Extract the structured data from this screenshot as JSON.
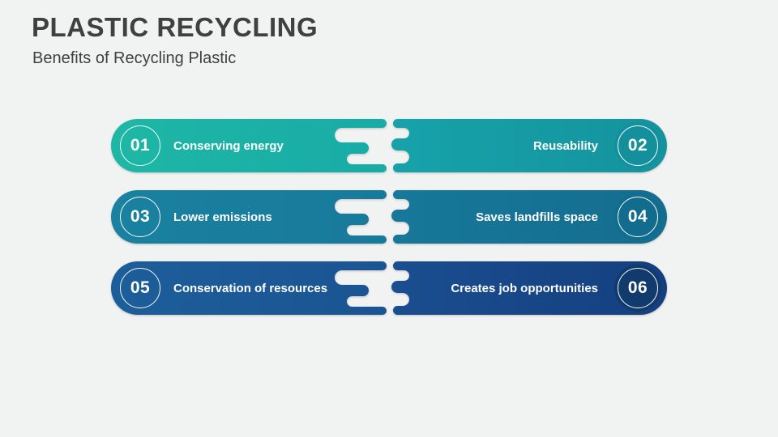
{
  "slide": {
    "title": "PLASTIC RECYCLING",
    "subtitle": "Benefits of Recycling Plastic"
  },
  "benefits": [
    {
      "number": "01",
      "label": "Conserving energy"
    },
    {
      "number": "02",
      "label": "Reusability"
    },
    {
      "number": "03",
      "label": "Lower emissions"
    },
    {
      "number": "04",
      "label": "Saves landfills space"
    },
    {
      "number": "05",
      "label": "Conservation of resources"
    },
    {
      "number": "06",
      "label": "Creates job opportunities"
    }
  ],
  "colors": {
    "background": "#F1F2F2",
    "title_text": "#404040",
    "text_on_pill": "#FFFFFF",
    "pill_gradients": [
      [
        "#1EB7A5",
        "#18ABA7"
      ],
      [
        "#17A2AA",
        "#14939E"
      ],
      [
        "#1A81A0",
        "#187A9B"
      ],
      [
        "#17789A",
        "#146D8F"
      ],
      [
        "#1C5E9A",
        "#1B5493"
      ],
      [
        "#1A4E90",
        "#143F7F"
      ]
    ],
    "badge_fill_02": "#13909B",
    "badge_fill_04": "#126C8E",
    "badge_fill_06": "#113A6D"
  }
}
